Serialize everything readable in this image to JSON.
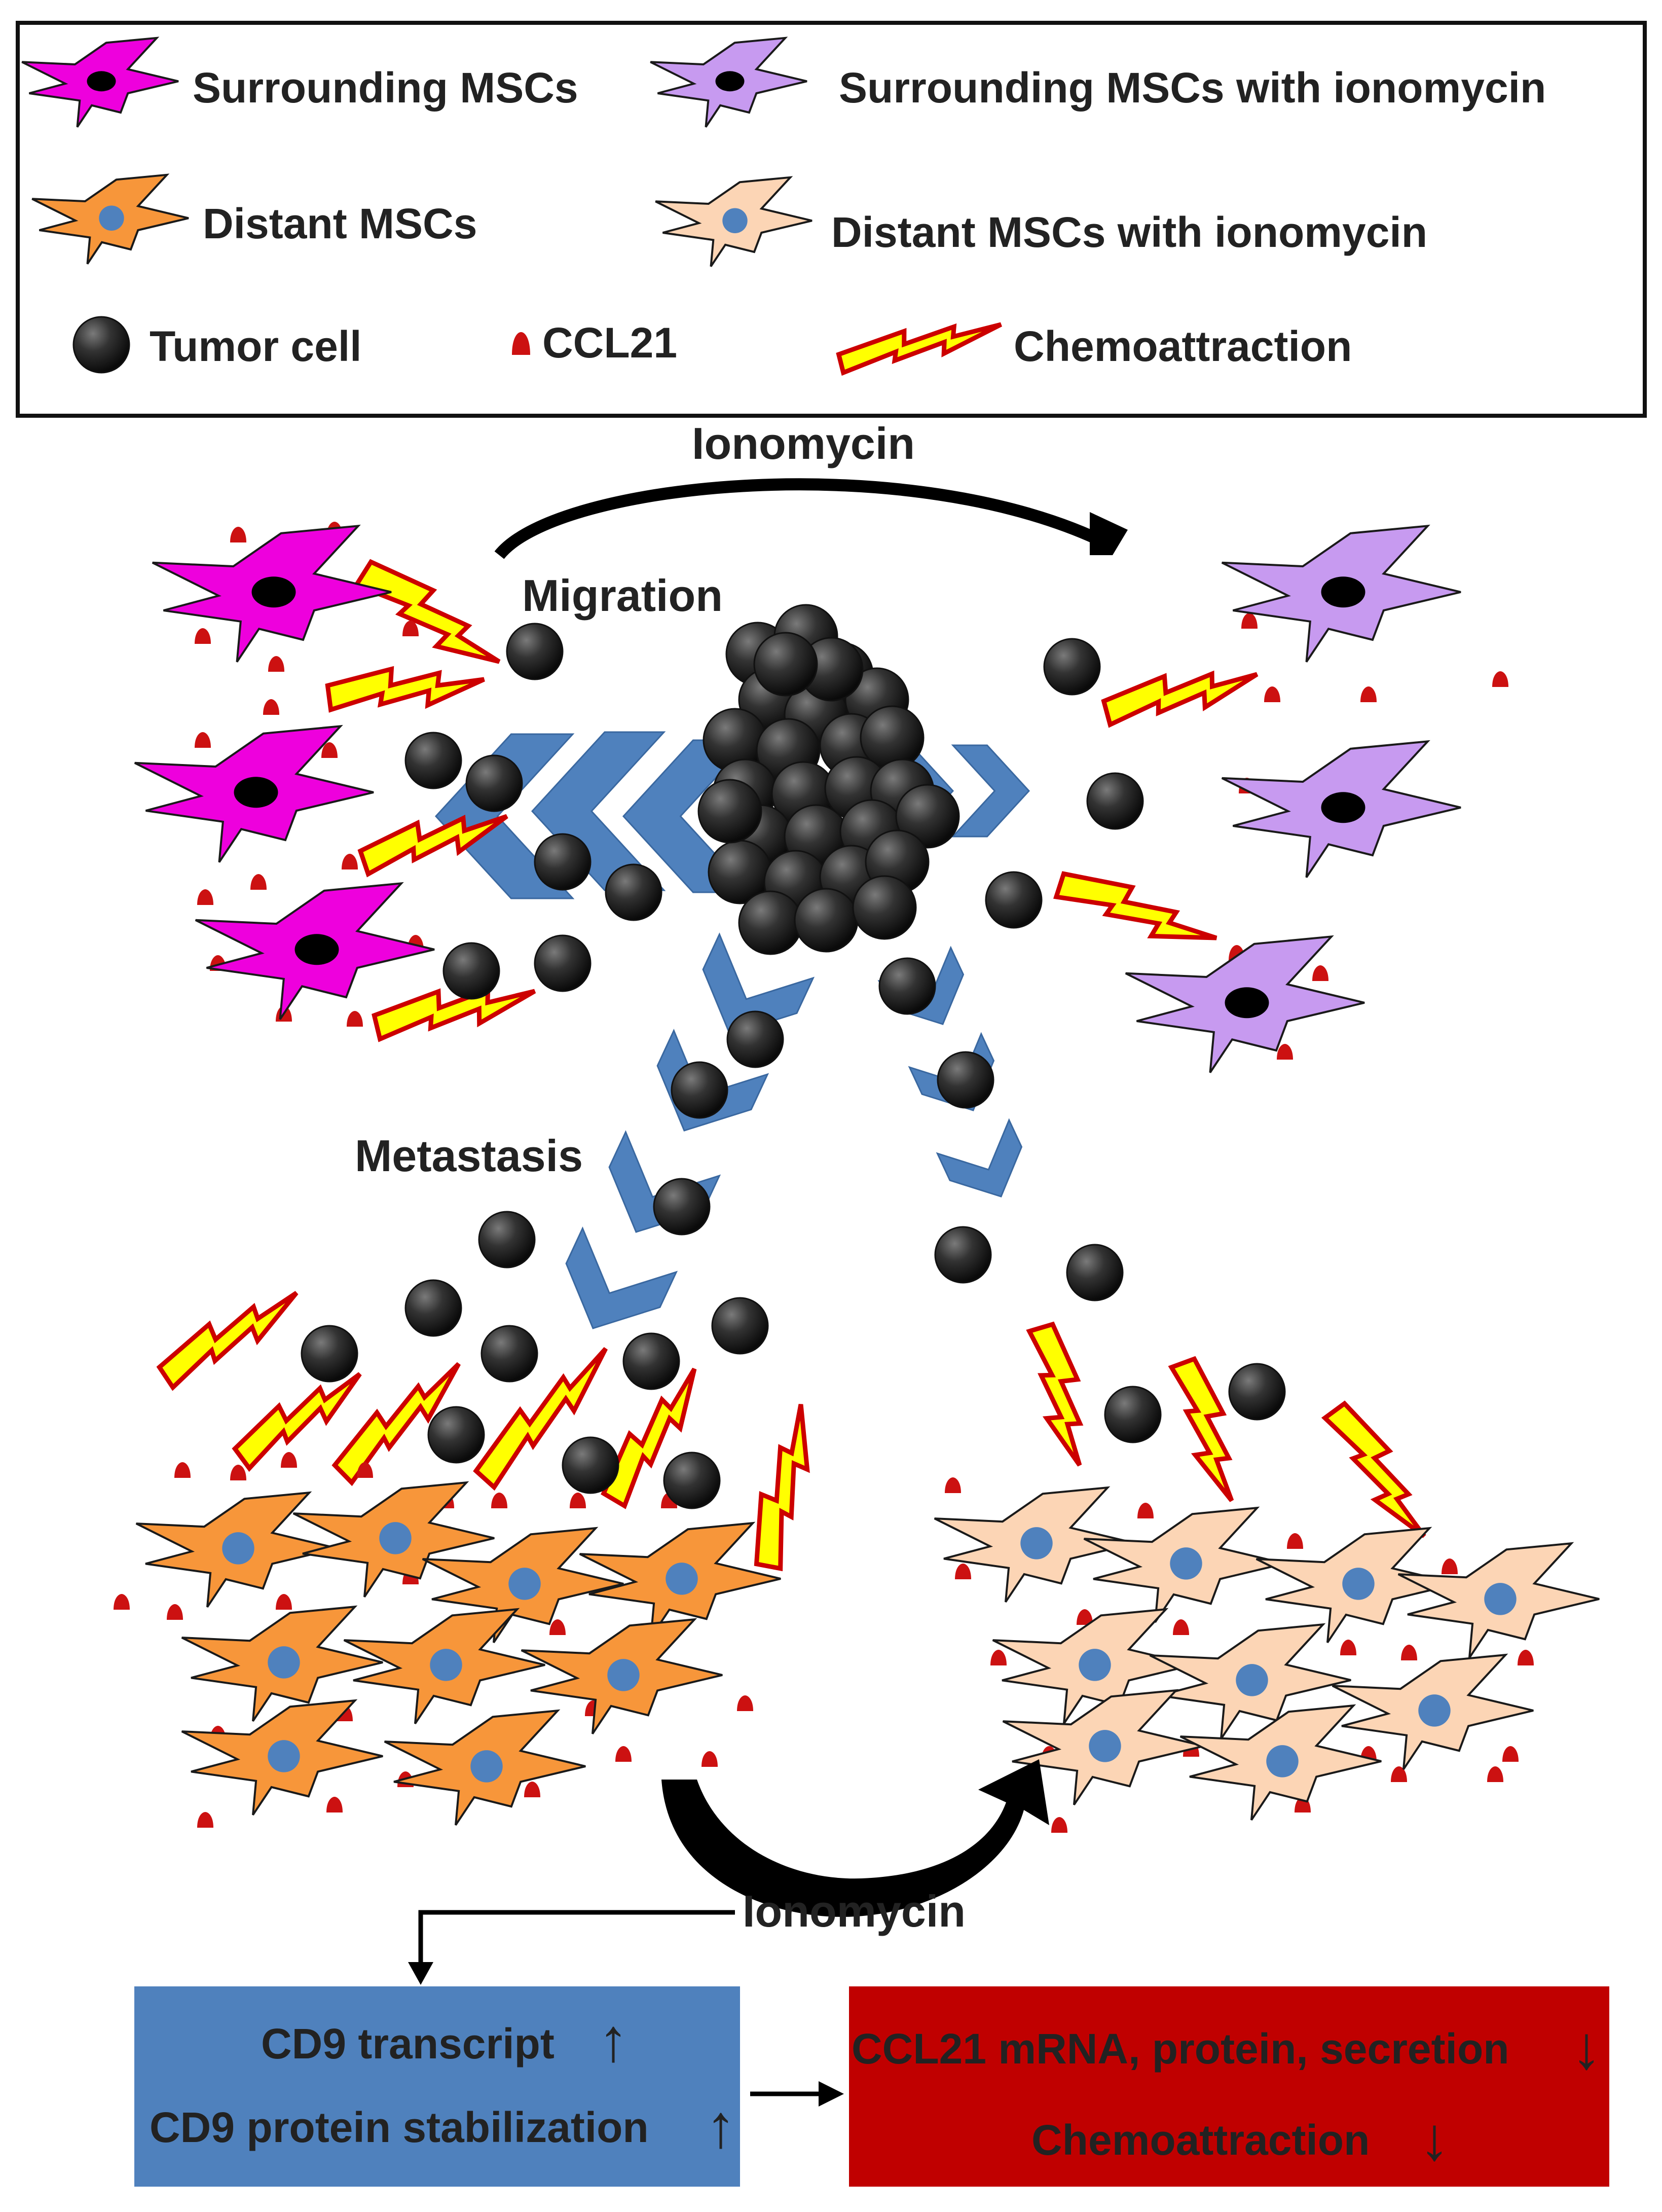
{
  "legend": {
    "items": [
      {
        "key": "surrounding",
        "label": "Surrounding MSCs",
        "color": "#ee00dd"
      },
      {
        "key": "surrounding_iono",
        "label": "Surrounding MSCs with ionomycin",
        "color": "#c79af0"
      },
      {
        "key": "distant",
        "label": "Distant MSCs",
        "color": "#f7963a"
      },
      {
        "key": "distant_iono",
        "label": "Distant MSCs with ionomycin",
        "color": "#fcd5b5"
      },
      {
        "key": "tumor",
        "label": "Tumor cell",
        "color": "#3a3a3a"
      },
      {
        "key": "ccl21",
        "label": "CCL21",
        "color": "#cc1111"
      },
      {
        "key": "chemo",
        "label": "Chemoattraction",
        "color": "#ffff00"
      }
    ]
  },
  "labels": {
    "ionomycin_top": "Ionomycin",
    "migration": "Migration",
    "metastasis": "Metastasis",
    "ionomycin_bottom": "Ionomycin"
  },
  "boxes": {
    "blue": {
      "color": "#4f81bd",
      "line1": "CD9 transcript",
      "line2": "CD9 protein stabilization",
      "line1_arrow": "↑",
      "line2_arrow": "↑"
    },
    "red": {
      "color": "#c00000",
      "line1": "CCL21 mRNA, protein, secretion",
      "line2": "Chemoattraction",
      "line1_arrow": "↓",
      "line2_arrow": "↓"
    }
  },
  "colors": {
    "cell_nucleus_dark": "#000000",
    "cell_nucleus_blue": "#4f81bd",
    "chevron": "#4f81bd",
    "bolt_stroke": "#cc0000",
    "arrow": "#000000"
  }
}
